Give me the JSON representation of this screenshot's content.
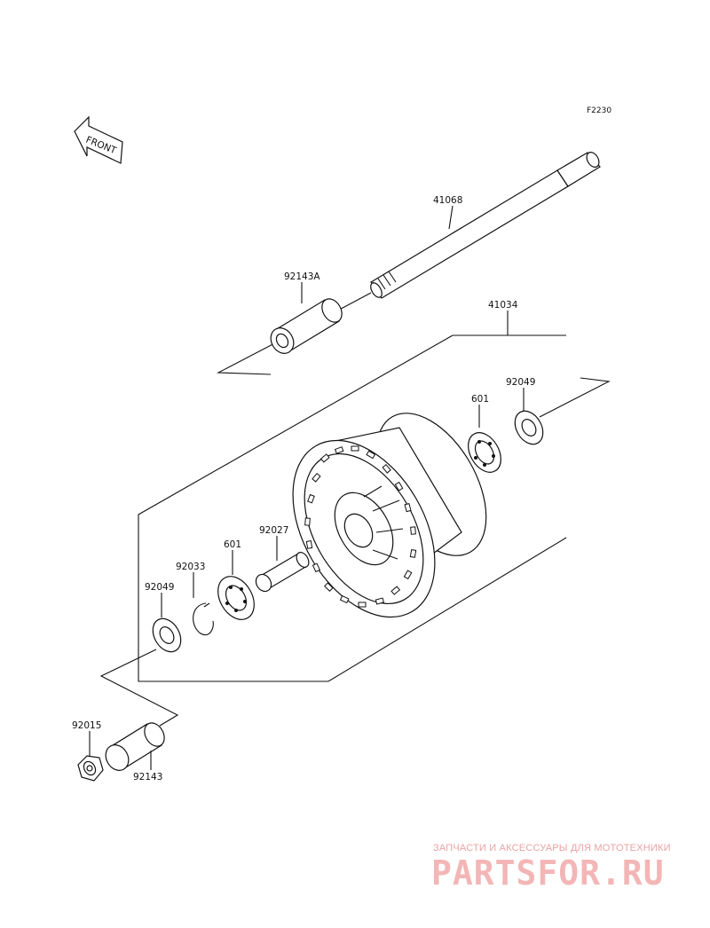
{
  "figure_code": "F2230",
  "front_label": "FRONT",
  "parts": {
    "axle": "41068",
    "collar_a": "92143A",
    "hub_assy": "41034",
    "seal_right": "92049",
    "bearing_right": "601",
    "spacer": "92027",
    "bearing_left": "601",
    "circlip": "92033",
    "seal_left": "92049",
    "nut": "92015",
    "collar": "92143"
  },
  "watermark": {
    "tagline": "ЗАПЧАСТИ И АКСЕССУАРЫ ДЛЯ МОТОТЕХНИКИ",
    "logo": "PARTSFOR.RU"
  }
}
